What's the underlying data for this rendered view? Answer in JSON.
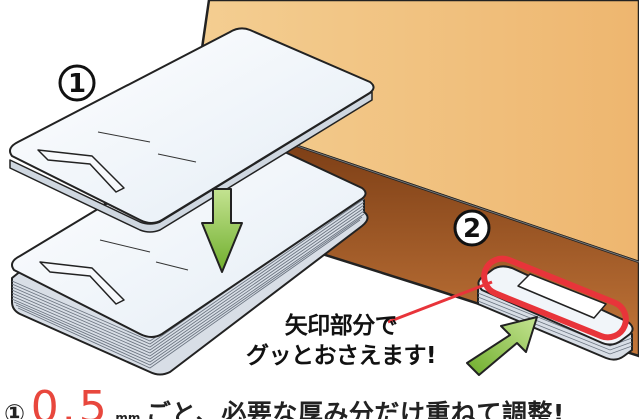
{
  "step_badges": [
    "①",
    "②"
  ],
  "callout": {
    "line1": "矢印部分で",
    "line2": "グッとおさえます!"
  },
  "caption": {
    "circle": "①",
    "value": "0.5",
    "unit": "mm",
    "text": "ごと、必要な厚み分だけ重ねて調整!"
  },
  "colors": {
    "table_top": "#f2c582",
    "table_edge": "#bd6d2e",
    "arrow_green": "#8cc63f",
    "highlight_red": "#e8343a",
    "caption_accent": "#e8473d"
  }
}
